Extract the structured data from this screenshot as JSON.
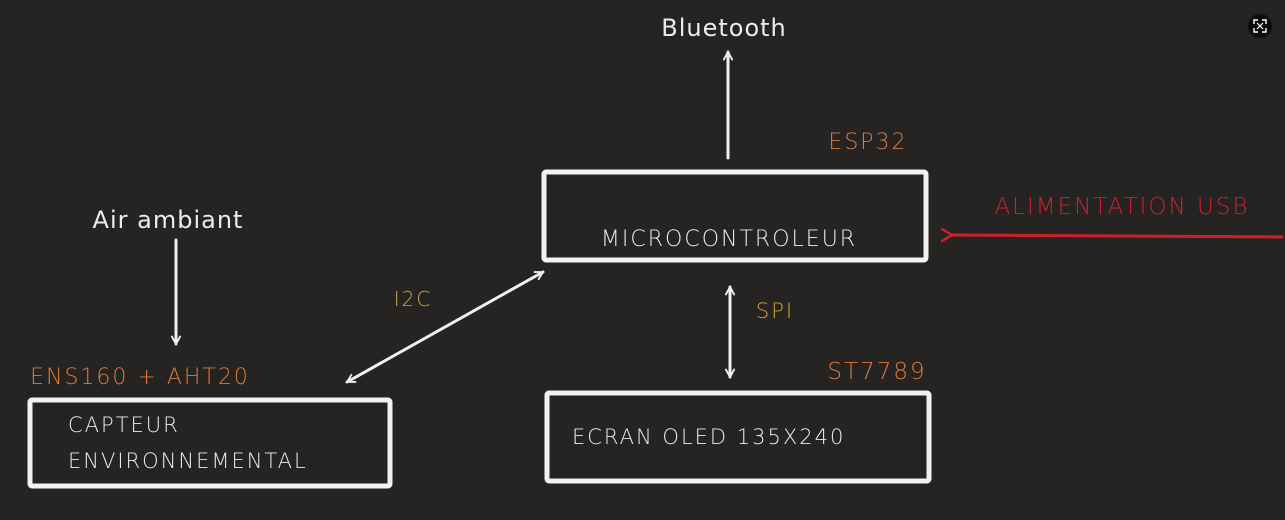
{
  "labels": {
    "bluetooth": "Bluetooth",
    "esp32": "ESP32",
    "microcontroleur": "MICROCONTROLEUR",
    "alimentation": "ALIMENTATION USB",
    "air_ambiant": "Air ambiant",
    "i2c": "I2C",
    "spi": "SPI",
    "st7789": "ST7789",
    "ens160": "ENS160 + AHT20",
    "capteur_line1": "CAPTEUR",
    "capteur_line2": "ENVIRONNEMENTAL",
    "ecran": "ECRAN OLED 135X240"
  },
  "colors": {
    "background": "#252423",
    "box_stroke": "#f2f2f2",
    "text": "#ececec",
    "orange": "#e0783a",
    "amber": "#d9a23a",
    "red": "#d0202a"
  },
  "icons": {
    "fullscreen": "expand-icon"
  }
}
